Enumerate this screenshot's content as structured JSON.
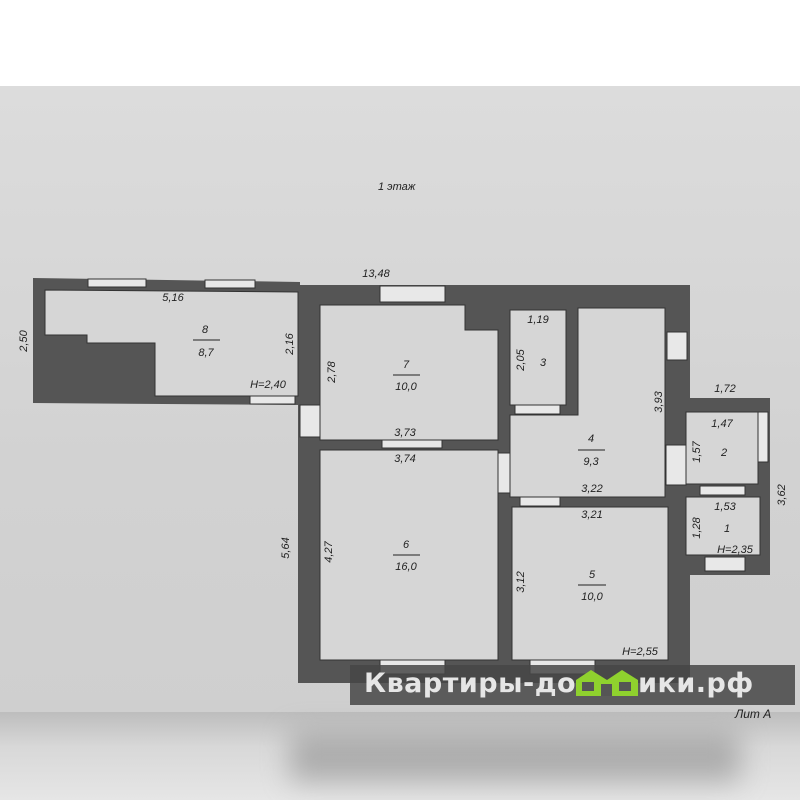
{
  "title": "1 этаж",
  "rooms": [
    {
      "num": "1",
      "area": "",
      "h": "H=2,35"
    },
    {
      "num": "2",
      "area": ""
    },
    {
      "num": "3",
      "area": ""
    },
    {
      "num": "4",
      "area": "9,3"
    },
    {
      "num": "5",
      "area": "10,0",
      "h": "H=2,55"
    },
    {
      "num": "6",
      "area": "16,0"
    },
    {
      "num": "7",
      "area": "10,0"
    },
    {
      "num": "8",
      "area": "8,7",
      "h": "H=2,40"
    }
  ],
  "dims": {
    "total": "13,48",
    "d516": "5,16",
    "d250": "2,50",
    "d216": "2,16",
    "d278": "2,78",
    "d373": "3,73",
    "d374": "3,74",
    "d564": "5,64",
    "d427": "4,27",
    "d119": "1,19",
    "d205": "2,05",
    "d393": "3,93",
    "d322": "3,22",
    "d321": "3,21",
    "d312": "3,12",
    "d172": "1,72",
    "d147": "1,47",
    "d157": "1,57",
    "d362": "3,62",
    "d153": "1,53",
    "d128": "1,28"
  },
  "lit": "Лит А",
  "watermark": {
    "left": "Квартиры-до",
    "right": "ики.рф",
    "icon": "house-icon",
    "accent": "#8fd12e"
  }
}
